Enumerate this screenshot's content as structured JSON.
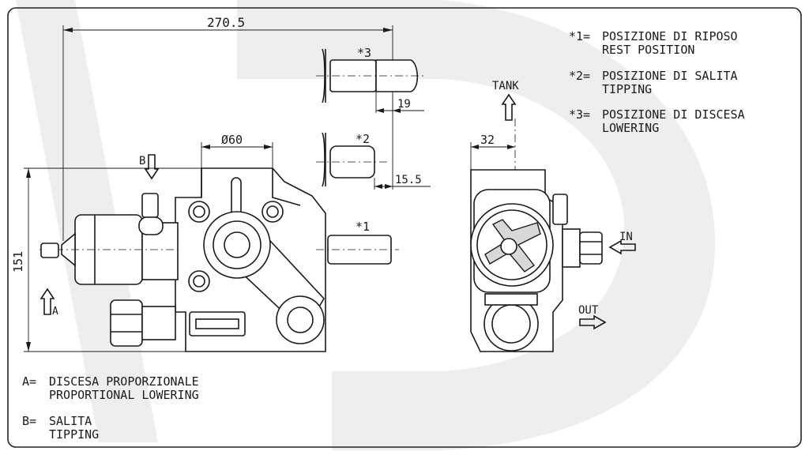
{
  "frame_color": "#222222",
  "watermark_color": "#eeeeee",
  "dimensions": {
    "overall_width": "270.5",
    "height": "151",
    "diameter": "Ø60",
    "stroke_3": "19",
    "stroke_2": "15.5",
    "side_offset": "32"
  },
  "positions": {
    "p1_tag": "*1",
    "p2_tag": "*2",
    "p3_tag": "*3"
  },
  "ports": {
    "tank": "TANK",
    "inlet": "IN",
    "outlet": "OUT",
    "a": "A",
    "b": "B"
  },
  "legend_right": [
    {
      "key": "*1=",
      "it": "POSIZIONE DI RIPOSO",
      "en": "REST POSITION"
    },
    {
      "key": "*2=",
      "it": "POSIZIONE DI SALITA",
      "en": "TIPPING"
    },
    {
      "key": "*3=",
      "it": "POSIZIONE DI DISCESA",
      "en": "LOWERING"
    }
  ],
  "legend_left": [
    {
      "key": "A=",
      "it": "DISCESA PROPORZIONALE",
      "en": "PROPORTIONAL LOWERING"
    },
    {
      "key": "B=",
      "it": "SALITA",
      "en": "TIPPING"
    }
  ]
}
